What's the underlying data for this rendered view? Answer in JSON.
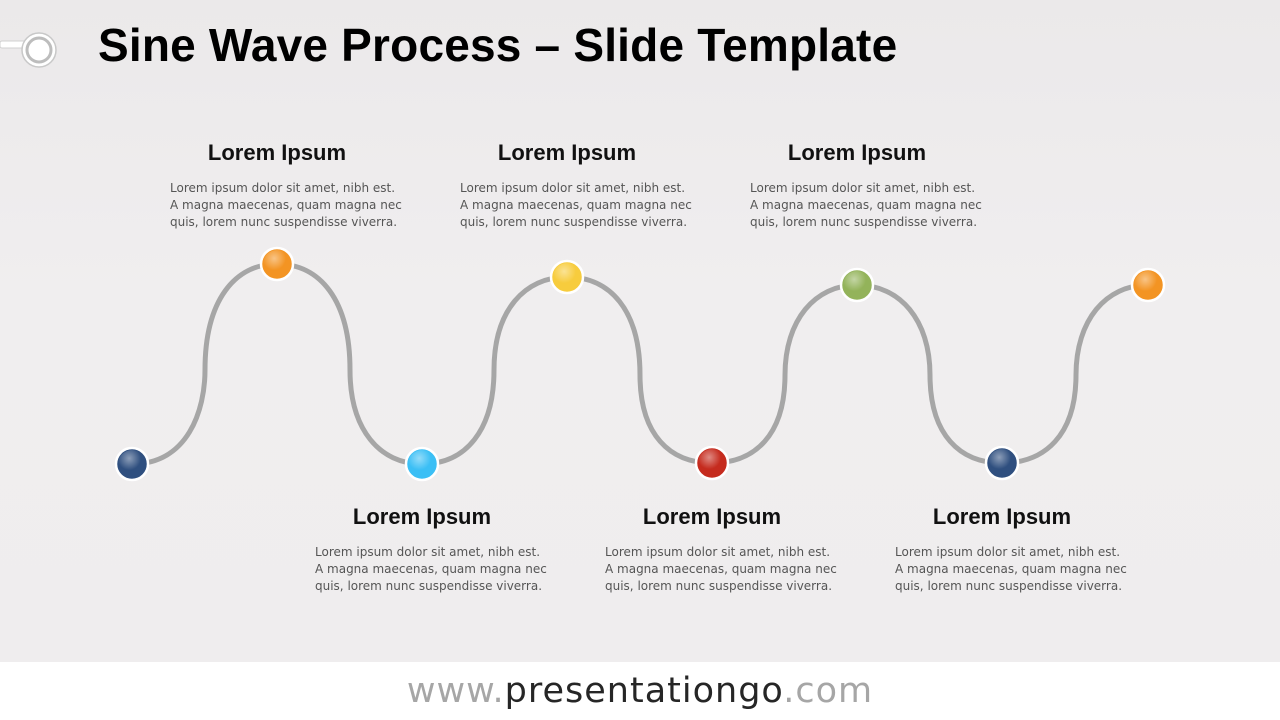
{
  "title": "Sine Wave Process – Slide Template",
  "colors": {
    "line": "#a6a6a6",
    "navy": "#2f4f7f",
    "orange": "#f39423",
    "light_blue": "#3bbff5",
    "yellow": "#f7cc3d",
    "red": "#c52b1e",
    "green": "#93b35a"
  },
  "steps": [
    {
      "heading": "Lorem Ipsum",
      "lines": [
        "Lorem ipsum dolor sit amet, nibh est.",
        "A magna maecenas, quam magna nec",
        "quis, lorem nunc suspendisse  viverra."
      ]
    },
    {
      "heading": "Lorem Ipsum",
      "lines": [
        "Lorem ipsum dolor sit amet, nibh est.",
        "A magna maecenas, quam magna nec",
        "quis, lorem nunc suspendisse  viverra."
      ]
    },
    {
      "heading": "Lorem Ipsum",
      "lines": [
        "Lorem ipsum dolor sit amet, nibh est.",
        "A magna maecenas, quam magna nec",
        "quis, lorem nunc suspendisse  viverra."
      ]
    },
    {
      "heading": "Lorem Ipsum",
      "lines": [
        "Lorem ipsum dolor sit amet, nibh est.",
        "A magna maecenas, quam magna nec",
        "quis, lorem nunc suspendisse  viverra."
      ]
    },
    {
      "heading": "Lorem Ipsum",
      "lines": [
        "Lorem ipsum dolor sit amet, nibh est.",
        "A magna maecenas, quam magna nec",
        "quis, lorem nunc suspendisse  viverra."
      ]
    },
    {
      "heading": "Lorem Ipsum",
      "lines": [
        "Lorem ipsum dolor sit amet, nibh est.",
        "A magna maecenas, quam magna nec",
        "quis, lorem nunc suspendisse  viverra."
      ]
    }
  ],
  "nodes": [
    {
      "color": "navy"
    },
    {
      "color": "orange"
    },
    {
      "color": "light_blue"
    },
    {
      "color": "yellow"
    },
    {
      "color": "red"
    },
    {
      "color": "green"
    },
    {
      "color": "navy"
    },
    {
      "color": "orange"
    }
  ],
  "footer": {
    "prefix": "www.",
    "brand": "presentationgo",
    "suffix": ".com"
  }
}
